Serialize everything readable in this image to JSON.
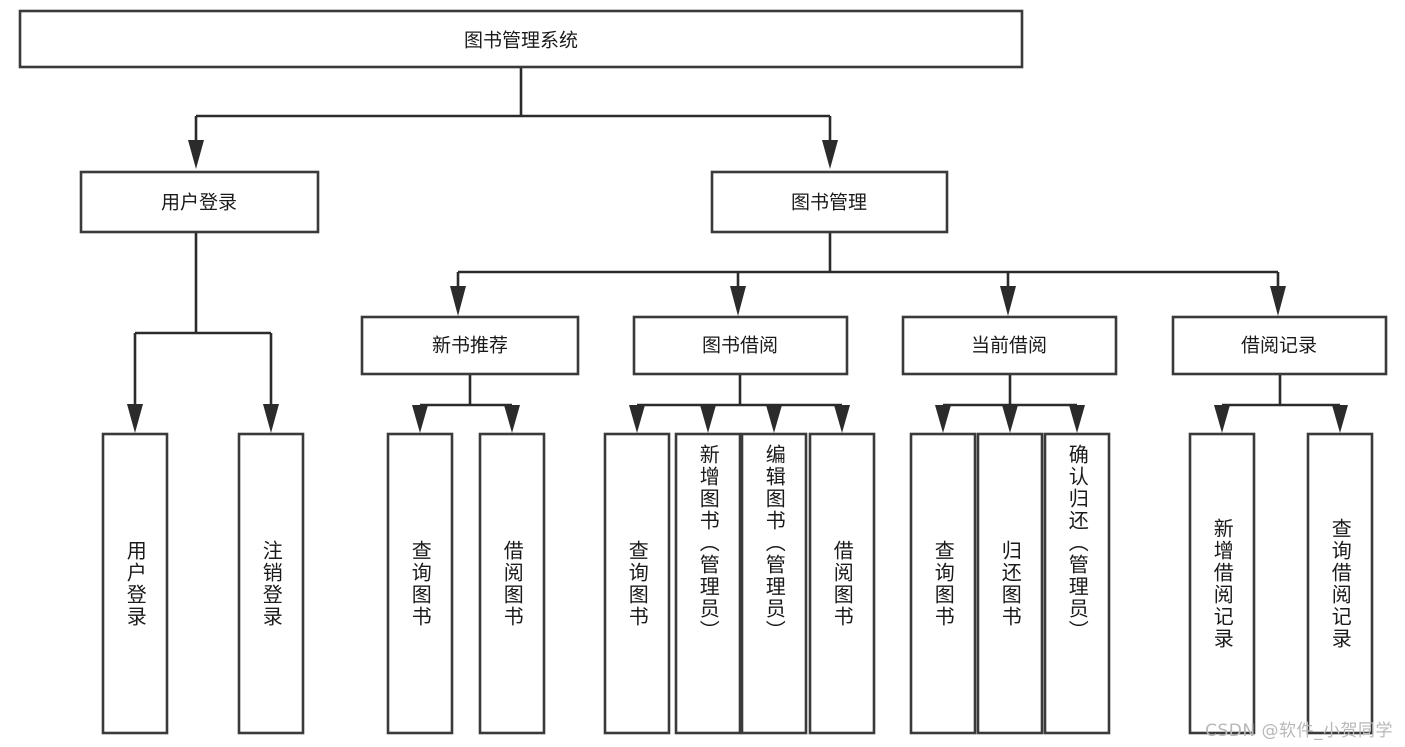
{
  "diagram": {
    "title": "图书管理系统",
    "type": "tree",
    "orientation": "top-down",
    "colors": {
      "background": "#ffffff",
      "box_fill": "#ffffff",
      "box_stroke": "#3a3a3a",
      "connector": "#2b2b2b",
      "text": "#1a1a1a",
      "watermark": "#b8b8b8"
    },
    "levels": {
      "root": {
        "label": "图书管理系统"
      },
      "level2": [
        {
          "label": "用户登录"
        },
        {
          "label": "图书管理"
        }
      ],
      "level3": [
        {
          "label": "新书推荐"
        },
        {
          "label": "图书借阅"
        },
        {
          "label": "当前借阅"
        },
        {
          "label": "借阅记录"
        }
      ]
    },
    "nodes": {
      "root": "图书管理系统",
      "user_login": "用户登录",
      "book_manage": "图书管理",
      "new_book_rec": "新书推荐",
      "book_borrow": "图书借阅",
      "current_borrow": "当前借阅",
      "borrow_record": "借阅记录"
    },
    "leaves": [
      {
        "id": "leaf-user-login",
        "label": "用户登录",
        "parent": "用户登录"
      },
      {
        "id": "leaf-logout",
        "label": "注销登录",
        "parent": "用户登录"
      },
      {
        "id": "leaf-query-book-1",
        "label": "查询图书",
        "parent": "新书推荐"
      },
      {
        "id": "leaf-borrow-book-1",
        "label": "借阅图书",
        "parent": "新书推荐"
      },
      {
        "id": "leaf-query-book-2",
        "label": "查询图书",
        "parent": "图书借阅"
      },
      {
        "id": "leaf-add-book",
        "label": "新增图书（管理员）",
        "parent": "图书借阅"
      },
      {
        "id": "leaf-edit-book",
        "label": "编辑图书（管理员）",
        "parent": "图书借阅"
      },
      {
        "id": "leaf-borrow-book-2",
        "label": "借阅图书",
        "parent": "图书借阅"
      },
      {
        "id": "leaf-query-book-3",
        "label": "查询图书",
        "parent": "当前借阅"
      },
      {
        "id": "leaf-return-book",
        "label": "归还图书",
        "parent": "当前借阅"
      },
      {
        "id": "leaf-confirm-return",
        "label": "确认归还（管理员）",
        "parent": "当前借阅"
      },
      {
        "id": "leaf-add-record",
        "label": "新增借阅记录",
        "parent": "借阅记录"
      },
      {
        "id": "leaf-query-record",
        "label": "查询借阅记录",
        "parent": "借阅记录"
      }
    ]
  },
  "watermark": {
    "text": "CSDN @软件_小贺同学"
  }
}
